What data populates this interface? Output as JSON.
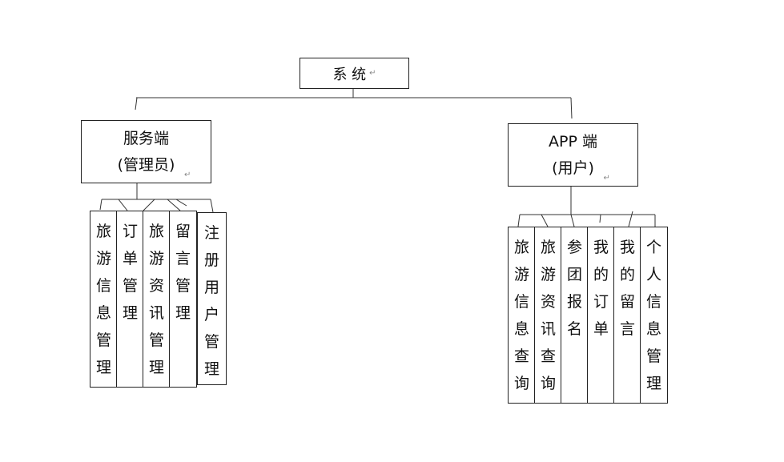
{
  "root": {
    "label": "系 统",
    "mark": "↵"
  },
  "server": {
    "line1": "服务端",
    "line2": "(管理员)",
    "mark": "↵"
  },
  "app": {
    "line1": "APP 端",
    "line2": "(用户)",
    "mark": "↵"
  },
  "server_modules": [
    "旅游信息管理",
    "订单管理",
    "旅游资讯管理",
    "留言管理",
    "注册用户管理"
  ],
  "app_modules": [
    "旅游信息查询",
    "旅游资讯查询",
    "参团报名",
    "我的订单",
    "我的留言",
    "个人信息管理"
  ]
}
